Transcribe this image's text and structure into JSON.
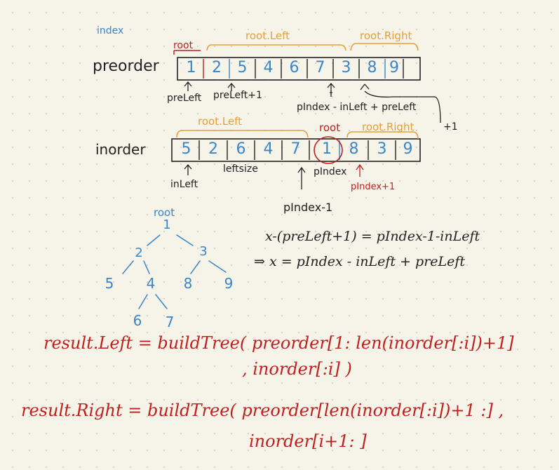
{
  "colors": {
    "ink": "#222222",
    "blue": "#3a86c8",
    "red": "#c01f1f",
    "orange": "#e3a03c"
  },
  "header": {
    "index_label": "index"
  },
  "preorder": {
    "label": "preorder",
    "values": [
      "1",
      "2",
      "5",
      "4",
      "6",
      "7",
      "3",
      "8",
      "9"
    ],
    "root_label": "root",
    "left_label": "root.Left",
    "right_label": "root.Right",
    "preleft_label": "preLeft",
    "preleft_plus_label": "preLeft+1",
    "right_start_label": "pIndex - inLeft + preLeft",
    "plus_one_label": "+1"
  },
  "inorder": {
    "label": "inorder",
    "values": [
      "5",
      "2",
      "6",
      "4",
      "7",
      "1",
      "8",
      "3",
      "9"
    ],
    "root_label": "root",
    "left_label": "root.Left",
    "right_label": "root.Right",
    "inleft_label": "inLeft",
    "leftsize_label": "leftsize",
    "pindex_label": "pIndex",
    "pindex_plus_label": "pIndex+1",
    "pindex_minus_label": "pIndex-1"
  },
  "equations": {
    "eq1": "x-(preLeft+1) = pIndex-1-inLeft",
    "eq2": "⇒ x = pIndex - inLeft + preLeft"
  },
  "tree": {
    "root_label": "root",
    "nodes": [
      "1",
      "2",
      "3",
      "5",
      "4",
      "8",
      "9",
      "6",
      "7"
    ]
  },
  "code": {
    "line1": "result.Left = buildTree( preorder[1: len(inorder[:i])+1]",
    "line2": ", inorder[:i] )",
    "line3": "result.Right = buildTree( preorder[len(inorder[:i])+1 :] ,",
    "line4": "inorder[i+1: ]"
  }
}
